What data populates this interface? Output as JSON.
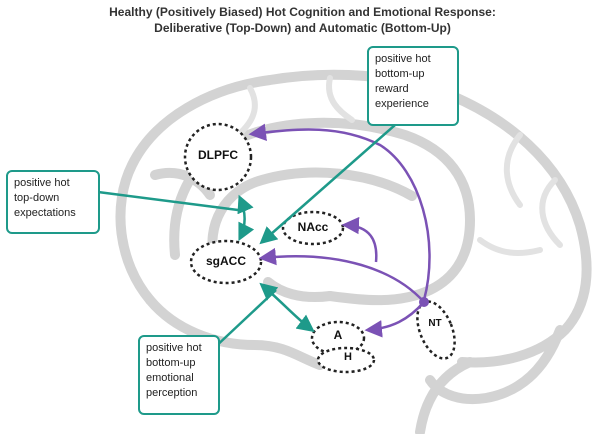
{
  "title": {
    "line1": "Healthy (Positively Biased) Hot Cognition and Emotional Response:",
    "line2": "Deliberative (Top-Down) and Automatic (Bottom-Up)"
  },
  "regions": {
    "dlpfc": "DLPFC",
    "nacc": "NAcc",
    "sgacc": "sgACC",
    "a": "A",
    "h": "H",
    "nt": "NT"
  },
  "callouts": {
    "reward": "positive hot\nbottom-up\nreward\nexperience",
    "expectations": "positive hot\ntop-down\nexpectations",
    "emotional": "positive hot\nbottom-up\nemotional\nperception"
  },
  "colors": {
    "teal": "#1e9a8a",
    "purple": "#7b52b5",
    "brain_outline": "#d0d0d0"
  }
}
